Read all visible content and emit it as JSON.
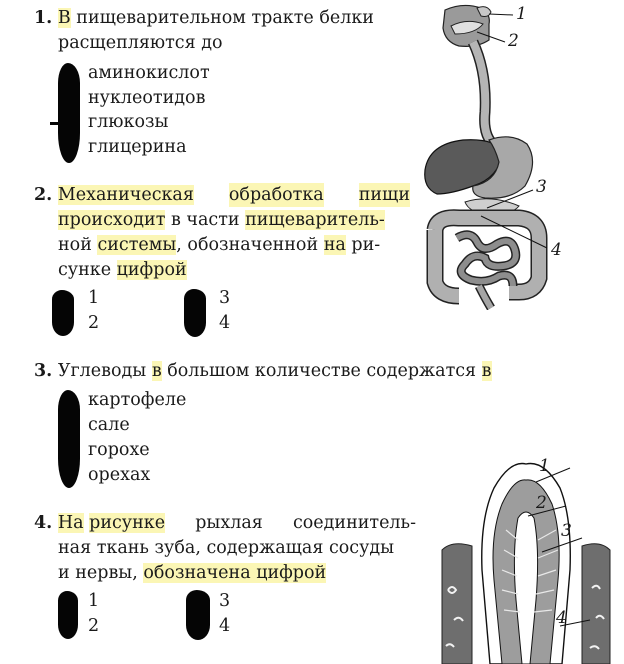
{
  "questions": [
    {
      "num": "1.",
      "line1_hl": "В",
      "line1_rest": " пищеварительном тракте белки",
      "line2": "расщепляются до",
      "options": [
        "аминокислот",
        "нуклеотидов",
        "глюкозы",
        "глицерина"
      ]
    },
    {
      "num": "2.",
      "l1a": "Механическая",
      "l1b": "обработка",
      "l1c": "пищи",
      "l2a": "происходит",
      "l2b": " в части ",
      "l2c": "пищеваритель-",
      "l3a": "ной ",
      "l3b": "системы",
      "l3c": ", обозначенной ",
      "l3d": "на",
      "l3e": " ри-",
      "l4a": "сунке ",
      "l4b": "цифрой",
      "options": [
        "1",
        "2",
        "3",
        "4"
      ]
    },
    {
      "num": "3.",
      "t1": "Углеводы ",
      "t2": "в",
      "t3": " большом количестве содержатся ",
      "t4": "в",
      "options": [
        "картофеле",
        "сале",
        "горохе",
        "орехах"
      ]
    },
    {
      "num": "4.",
      "l1a": "На",
      "l1b": "рисунке",
      "l1c": "рыхлая",
      "l1d": "соединитель-",
      "l2": "ная ткань зуба, содержащая сосуды",
      "l3a": "и нервы, ",
      "l3b": "обозначена цифрой",
      "options": [
        "1",
        "2",
        "3",
        "4"
      ]
    }
  ],
  "figures": {
    "digestive_labels": [
      "1",
      "2",
      "3",
      "4"
    ],
    "tooth_labels": [
      "1",
      "2",
      "3",
      "4"
    ]
  },
  "colors": {
    "highlight": "#fbf6b5",
    "ink": "#1a1a1a"
  }
}
